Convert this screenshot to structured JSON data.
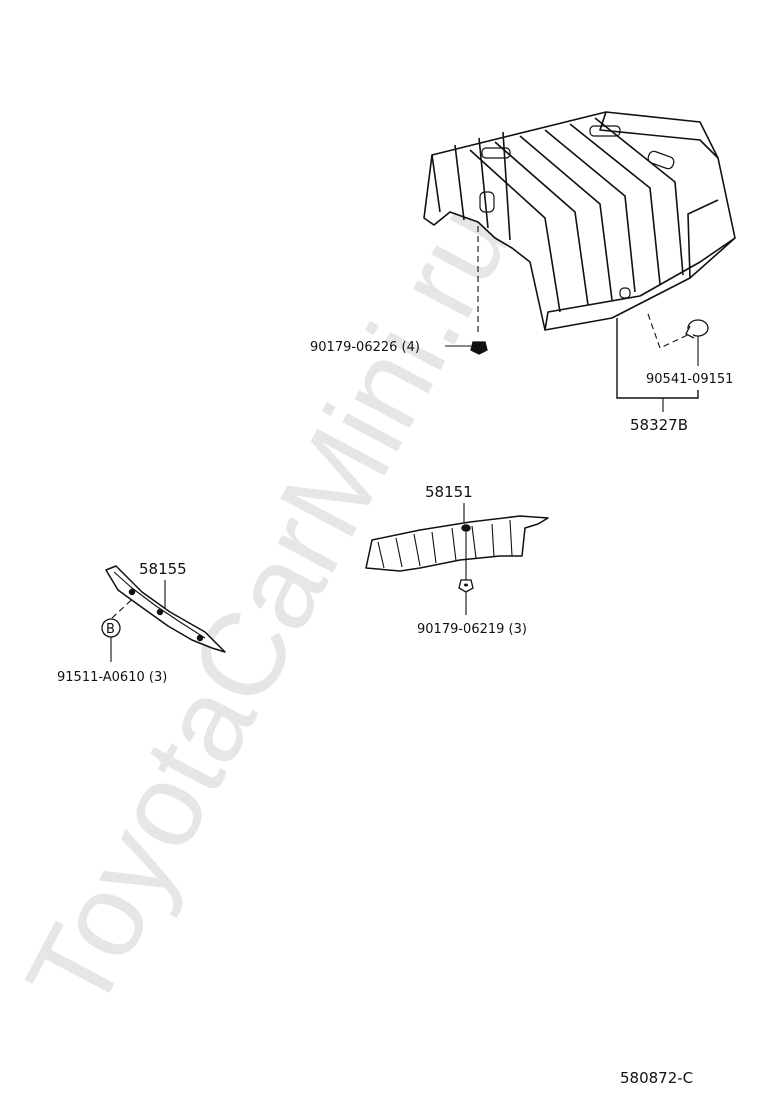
{
  "watermark": "ToyotaCarMini.ru",
  "diagram_code": "580872-C",
  "parts": {
    "cover_main": "58327B",
    "clip_main": "90179-06226 (4)",
    "grommet_main": "90541-09151",
    "cover_center": "58151",
    "clip_center": "90179-06219 (3)",
    "cover_left": "58155",
    "bolt_left": "91511-A0610 (3)",
    "bolt_marker": "B"
  },
  "colors": {
    "ink": "#111111",
    "watermark": "#e6e6e6",
    "background": "#ffffff"
  }
}
